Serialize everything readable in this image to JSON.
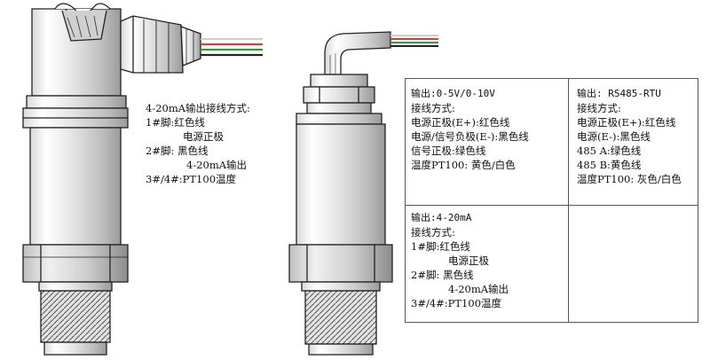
{
  "left_notes": {
    "title": "4-20mA输出接线方式:",
    "l1": "1#脚:红色线",
    "l2": "电源正极",
    "l3": "2#脚: 黑色线",
    "l4": "4-20mA输出",
    "l5": "3#/4#:PT100温度"
  },
  "box_voltage": {
    "title": "输出:0-5V/0-10V",
    "l1": "接线方式:",
    "l2": "电源正极(E+):红色线",
    "l3": "电源/信号负极(E-):黑色线",
    "l4": "信号正极:绿色线",
    "l5": "温度PT100: 黄色/白色"
  },
  "box_rs485": {
    "title": "输出: RS485-RTU",
    "l1": "接线方式:",
    "l2": "电源正极(E+):红色线",
    "l3": "电源(E-):黑色线",
    "l4": "485 A:绿色线",
    "l5": "485 B:黄色线",
    "l6": "温度PT100: 灰色/白色"
  },
  "box_current": {
    "title": "输出:4-20mA",
    "l1": "接线方式:",
    "l2": "1#脚:红色线",
    "l3": "电源正极",
    "l4": "2#脚: 黑色线",
    "l5": "4-20mA输出",
    "l6": "3#/4#:PT100温度"
  },
  "colors": {
    "wire_red": "#e53935",
    "wire_green": "#2e9e3a",
    "wire_white": "#cfcfcf",
    "outline": "#222222"
  }
}
